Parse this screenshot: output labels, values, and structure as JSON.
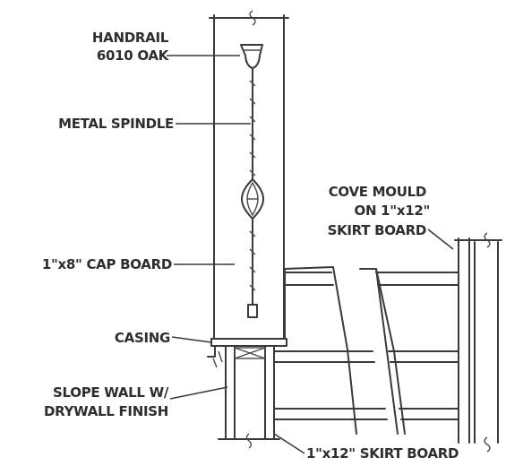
{
  "labels": {
    "handrail_line1": "HANDRAIL",
    "handrail_line2": "6010 OAK",
    "metal_spindle": "METAL SPINDLE",
    "cap_board": "1\"x8\" CAP BOARD",
    "casing": "CASING",
    "slope_wall_line1": "SLOPE WALL W/",
    "slope_wall_line2": "DRYWALL FINISH",
    "cove_mould_line1": "COVE MOULD",
    "cove_mould_line2": "ON 1\"x12\"",
    "cove_mould_line3": "SKIRT BOARD",
    "skirt_board": "1\"x12\" SKIRT BOARD"
  },
  "colors": {
    "ink": "#3a3a3a",
    "paper": "#ffffff"
  }
}
